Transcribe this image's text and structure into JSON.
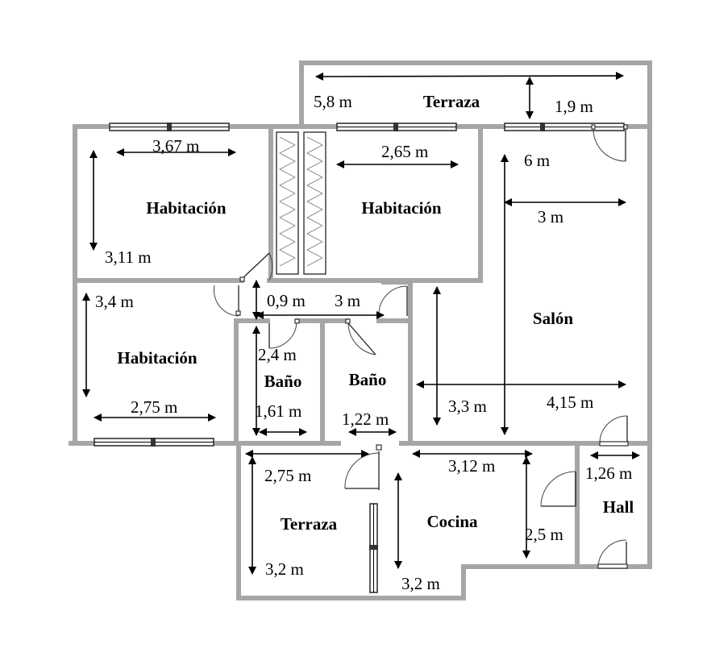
{
  "rooms": {
    "terraza_top": "Terraza",
    "habitacion_tl": "Habitación",
    "habitacion_tc": "Habitación",
    "habitacion_l": "Habitación",
    "salon": "Salón",
    "bano_1": "Baño",
    "bano_2": "Baño",
    "terraza_bottom": "Terraza",
    "cocina": "Cocina",
    "hall": "Hall"
  },
  "dimensions": {
    "terraza_top_width": "5,8 m",
    "terraza_top_depth": "1,9 m",
    "hab_tl_width": "3,67 m",
    "hab_tl_height": "3,11 m",
    "hab_tc_width": "2,65 m",
    "salon_height": "6 m",
    "salon_width_top": "3 m",
    "salon_height_lower": "3,3 m",
    "salon_width_lower": "4,15 m",
    "hab_l_height": "3,4 m",
    "hab_l_width": "2,75 m",
    "pasillo_width": "0,9 m",
    "pasillo_length": "3 m",
    "bano_1_height": "2,4 m",
    "bano_1_width": "1,61 m",
    "bano_2_width": "1,22 m",
    "terraza_bottom_width": "2,75 m",
    "terraza_bottom_height": "3,2 m",
    "cocina_width": "3,12 m",
    "cocina_height_right": "2,5 m",
    "cocina_height": "3,2 m",
    "hall_width": "1,26 m"
  }
}
